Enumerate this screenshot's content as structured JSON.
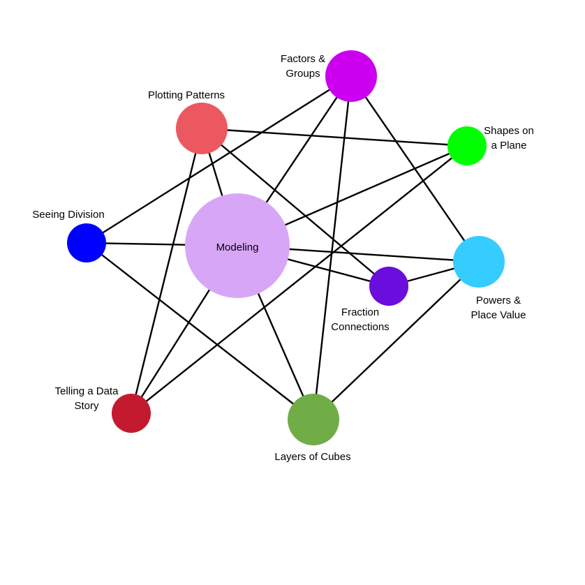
{
  "nodes": [
    {
      "id": "modeling",
      "label_lines": [
        "Modeling"
      ],
      "color": "#d8a6f7"
    },
    {
      "id": "factors",
      "label_lines": [
        "Factors &",
        "Groups"
      ],
      "color": "#cc00ee"
    },
    {
      "id": "plotting",
      "label_lines": [
        "Plotting Patterns"
      ],
      "color": "#ec5860"
    },
    {
      "id": "shapes",
      "label_lines": [
        "Shapes on",
        "a Plane"
      ],
      "color": "#00ff00"
    },
    {
      "id": "seeing",
      "label_lines": [
        "Seeing Division"
      ],
      "color": "#0000ff"
    },
    {
      "id": "fraction",
      "label_lines": [
        "Fraction",
        "Connections"
      ],
      "color": "#6a0ddd"
    },
    {
      "id": "powers",
      "label_lines": [
        "Powers &",
        "Place Value"
      ],
      "color": "#35ccff"
    },
    {
      "id": "telling",
      "label_lines": [
        "Telling a Data",
        "Story"
      ],
      "color": "#c41a30"
    },
    {
      "id": "layers",
      "label_lines": [
        "Layers of Cubes"
      ],
      "color": "#70ad47"
    }
  ],
  "edges": [
    [
      "factors",
      "modeling"
    ],
    [
      "factors",
      "seeing"
    ],
    [
      "factors",
      "powers"
    ],
    [
      "factors",
      "layers"
    ],
    [
      "plotting",
      "modeling"
    ],
    [
      "plotting",
      "shapes"
    ],
    [
      "plotting",
      "fraction"
    ],
    [
      "plotting",
      "telling"
    ],
    [
      "shapes",
      "modeling"
    ],
    [
      "shapes",
      "telling"
    ],
    [
      "seeing",
      "modeling"
    ],
    [
      "seeing",
      "layers"
    ],
    [
      "modeling",
      "powers"
    ],
    [
      "modeling",
      "fraction"
    ],
    [
      "modeling",
      "telling"
    ],
    [
      "modeling",
      "layers"
    ],
    [
      "fraction",
      "powers"
    ],
    [
      "powers",
      "layers"
    ]
  ]
}
